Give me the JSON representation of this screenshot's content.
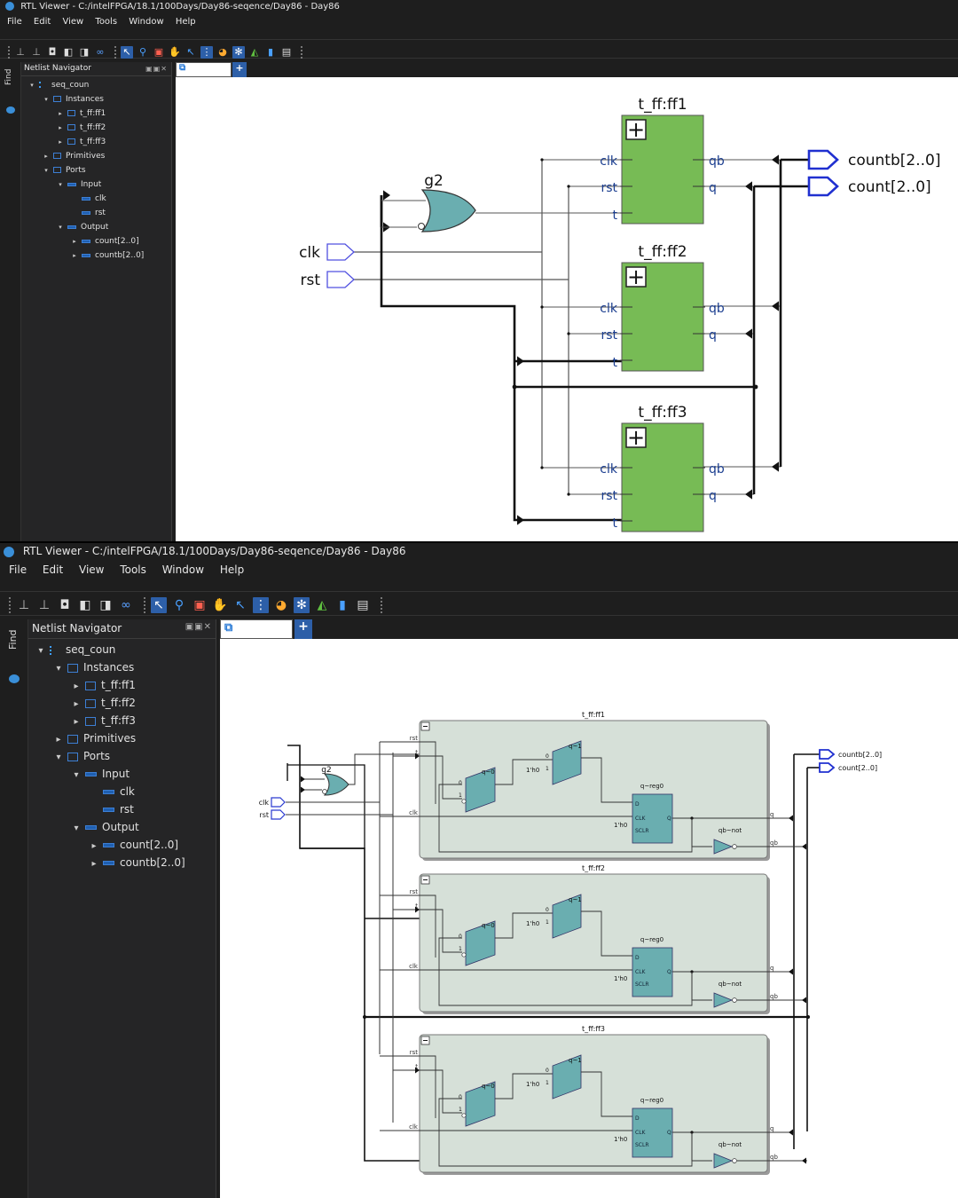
{
  "windows": [
    {
      "title": "RTL Viewer - C:/intelFPGA/18.1/100Days/Day86-seqence/Day86 - Day86",
      "menu": [
        "File",
        "Edit",
        "View",
        "Tools",
        "Window",
        "Help"
      ],
      "navigator": {
        "title": "Netlist Navigator",
        "find_label": "Find",
        "tree": [
          {
            "label": "seq_coun",
            "level": 0,
            "expanded": true,
            "icon": "design-icon"
          },
          {
            "label": "Instances",
            "level": 1,
            "expanded": true,
            "icon": "folder-icon"
          },
          {
            "label": "t_ff:ff1",
            "level": 2,
            "expanded": false,
            "icon": "instance-icon"
          },
          {
            "label": "t_ff:ff2",
            "level": 2,
            "expanded": false,
            "icon": "instance-icon"
          },
          {
            "label": "t_ff:ff3",
            "level": 2,
            "expanded": false,
            "icon": "instance-icon"
          },
          {
            "label": "Primitives",
            "level": 1,
            "expanded": false,
            "icon": "folder-icon"
          },
          {
            "label": "Ports",
            "level": 1,
            "expanded": true,
            "icon": "folder-icon"
          },
          {
            "label": "Input",
            "level": 2,
            "expanded": true,
            "icon": "port-icon"
          },
          {
            "label": "clk",
            "level": 3,
            "expanded": null,
            "icon": "port-icon"
          },
          {
            "label": "rst",
            "level": 3,
            "expanded": null,
            "icon": "port-icon"
          },
          {
            "label": "Output",
            "level": 2,
            "expanded": true,
            "icon": "port-icon"
          },
          {
            "label": "count[2..0]",
            "level": 3,
            "expanded": false,
            "icon": "port-icon"
          },
          {
            "label": "countb[2..0]",
            "level": 3,
            "expanded": false,
            "icon": "port-icon"
          }
        ]
      },
      "schematic": {
        "gate": "g2",
        "inputs": [
          "clk",
          "rst"
        ],
        "outputs": [
          "countb[2..0]",
          "count[2..0]"
        ],
        "blocks": [
          {
            "name": "t_ff:ff1",
            "ports_in": [
              "clk",
              "rst",
              "t"
            ],
            "ports_out": [
              "qb",
              "q"
            ],
            "expand": "+"
          },
          {
            "name": "t_ff:ff2",
            "ports_in": [
              "clk",
              "rst",
              "t"
            ],
            "ports_out": [
              "qb",
              "q"
            ],
            "expand": "+"
          },
          {
            "name": "t_ff:ff3",
            "ports_in": [
              "clk",
              "rst",
              "t"
            ],
            "ports_out": [
              "qb",
              "q"
            ],
            "expand": "+"
          }
        ]
      }
    },
    {
      "title": "RTL Viewer - C:/intelFPGA/18.1/100Days/Day86-seqence/Day86 - Day86",
      "menu": [
        "File",
        "Edit",
        "View",
        "Tools",
        "Window",
        "Help"
      ],
      "navigator": {
        "title": "Netlist Navigator",
        "find_label": "Find",
        "tree": [
          {
            "label": "seq_coun",
            "level": 0,
            "expanded": true,
            "icon": "design-icon"
          },
          {
            "label": "Instances",
            "level": 1,
            "expanded": true,
            "icon": "folder-icon"
          },
          {
            "label": "t_ff:ff1",
            "level": 2,
            "expanded": false,
            "icon": "instance-icon"
          },
          {
            "label": "t_ff:ff2",
            "level": 2,
            "expanded": false,
            "icon": "instance-icon"
          },
          {
            "label": "t_ff:ff3",
            "level": 2,
            "expanded": false,
            "icon": "instance-icon"
          },
          {
            "label": "Primitives",
            "level": 1,
            "expanded": false,
            "icon": "folder-icon"
          },
          {
            "label": "Ports",
            "level": 1,
            "expanded": true,
            "icon": "folder-icon"
          },
          {
            "label": "Input",
            "level": 2,
            "expanded": true,
            "icon": "port-icon"
          },
          {
            "label": "clk",
            "level": 3,
            "expanded": null,
            "icon": "port-icon"
          },
          {
            "label": "rst",
            "level": 3,
            "expanded": null,
            "icon": "port-icon"
          },
          {
            "label": "Output",
            "level": 2,
            "expanded": true,
            "icon": "port-icon"
          },
          {
            "label": "count[2..0]",
            "level": 3,
            "expanded": false,
            "icon": "port-icon"
          },
          {
            "label": "countb[2..0]",
            "level": 3,
            "expanded": false,
            "icon": "port-icon"
          }
        ]
      },
      "schematic": {
        "gate": "g2",
        "inputs": [
          "clk",
          "rst"
        ],
        "outputs": [
          "countb[2..0]",
          "count[2..0]"
        ],
        "blocks": [
          {
            "name": "t_ff:ff1",
            "port_rst": "rst",
            "port_t": "t",
            "port_clk": "clk",
            "mux0": "q~0",
            "mux1": "q~1",
            "const": "1'h0",
            "reg": "q~reg0",
            "reg_pins": [
              "D",
              "CLK",
              "SCLR",
              "Q"
            ],
            "const2": "1'h0",
            "inv": "qb~not",
            "out_q": "q",
            "out_qb": "qb",
            "mux_pins": [
              "0",
              "1"
            ]
          },
          {
            "name": "t_ff:ff2",
            "port_rst": "rst",
            "port_t": "t",
            "port_clk": "clk",
            "mux0": "q~0",
            "mux1": "q~1",
            "const": "1'h0",
            "reg": "q~reg0",
            "reg_pins": [
              "D",
              "CLK",
              "SCLR",
              "Q"
            ],
            "const2": "1'h0",
            "inv": "qb~not",
            "out_q": "q",
            "out_qb": "qb",
            "mux_pins": [
              "0",
              "1"
            ]
          },
          {
            "name": "t_ff:ff3",
            "port_rst": "rst",
            "port_t": "t",
            "port_clk": "clk",
            "mux0": "q~0",
            "mux1": "q~1",
            "const": "1'h0",
            "reg": "q~reg0",
            "reg_pins": [
              "D",
              "CLK",
              "SCLR",
              "Q"
            ],
            "const2": "1'h0",
            "inv": "qb~not",
            "out_q": "q",
            "out_qb": "qb",
            "mux_pins": [
              "0",
              "1"
            ]
          }
        ]
      }
    }
  ],
  "toolbar_icons": [
    "grip-icon",
    "pin-icon",
    "pin2-icon",
    "fit-icon",
    "back-icon",
    "forward-icon",
    "binoculars-icon",
    "grip-icon",
    "select-icon",
    "zoom-icon",
    "fit-page-icon",
    "hand-icon",
    "pointer-icon",
    "netlist-icon",
    "palette-icon",
    "settings-icon",
    "bell-icon",
    "hierarchy-icon",
    "print-icon",
    "grip-icon"
  ],
  "colors": {
    "window_bg": "#1e1e1e",
    "panel_bg": "#252526",
    "block_green": "#77bb55",
    "block_grey": "#d6e0d8",
    "mux_teal": "#6aaeb0",
    "port_blue": "#2030d0",
    "wire_dark": "#202020"
  }
}
